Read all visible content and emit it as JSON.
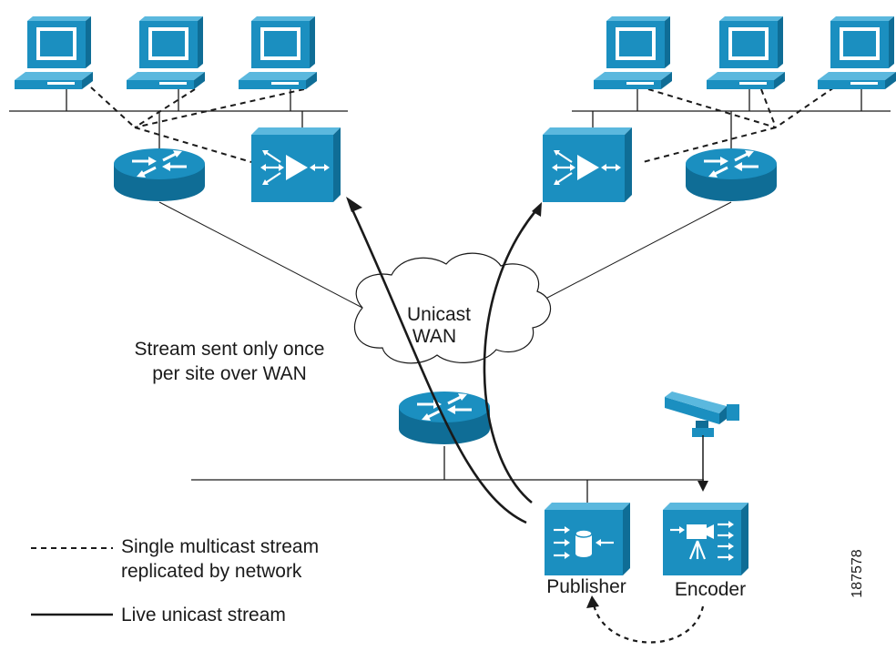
{
  "labels": {
    "cloud_line1": "Unicast",
    "cloud_line2": "WAN",
    "note_line1": "Stream sent only once",
    "note_line2": "per site over WAN",
    "publisher": "Publisher",
    "encoder": "Encoder",
    "figure_id": "187578"
  },
  "legend": {
    "dashed_line1": "Single multicast stream",
    "dashed_line2": "replicated by network",
    "solid": "Live unicast stream"
  },
  "colors": {
    "device": "#1b8fc0",
    "device_dark": "#0f6d96",
    "device_light": "#5bb8de",
    "line": "#1a1a1a"
  },
  "icons": [
    "pc-icon",
    "router-icon",
    "content-engine-icon",
    "cloud-icon",
    "camera-icon",
    "encoder-icon",
    "publisher-icon"
  ]
}
